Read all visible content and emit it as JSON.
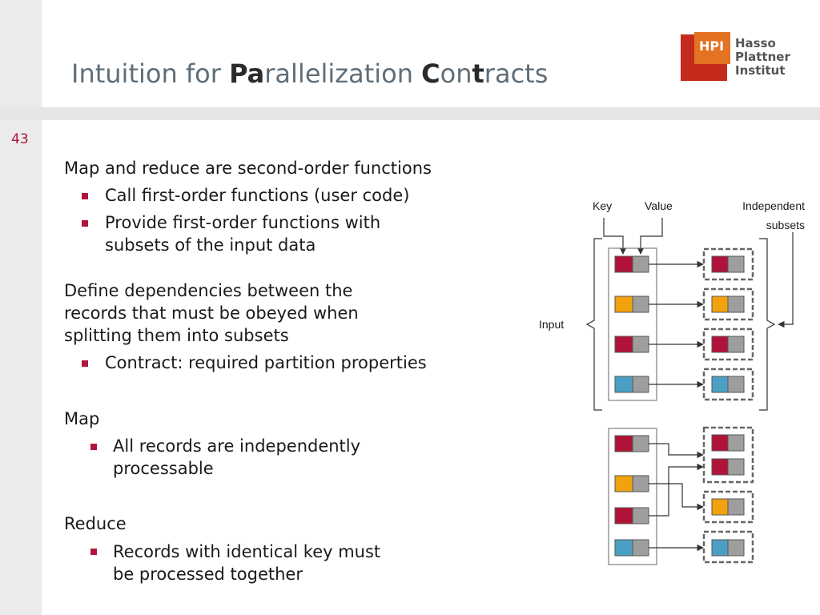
{
  "slide": {
    "number": "43",
    "title_parts": [
      {
        "text": "Intuition for ",
        "bold": false
      },
      {
        "text": "Pa",
        "bold": true
      },
      {
        "text": "rallelization ",
        "bold": false
      },
      {
        "text": "C",
        "bold": true
      },
      {
        "text": "on",
        "bold": false
      },
      {
        "text": "t",
        "bold": true
      },
      {
        "text": "racts",
        "bold": false
      }
    ]
  },
  "logo": {
    "badge": "HPI",
    "lines": [
      "Hasso",
      "Plattner",
      "Institut"
    ]
  },
  "body": {
    "p1": "Map and reduce are second-order functions",
    "p1_b1": "Call first-order functions (user code)",
    "p1_b2_l1": "Provide first-order functions with",
    "p1_b2_l2": "subsets of the input data",
    "p2_l1": "Define dependencies between the",
    "p2_l2": "records that must be obeyed when",
    "p2_l3": "splitting them into subsets",
    "p2_b1": "Contract: required partition properties",
    "p3": "Map",
    "p3_b1_l1": "All records are independently",
    "p3_b1_l2": "processable",
    "p4": "Reduce",
    "p4_b1_l1": "Records with identical key must",
    "p4_b1_l2": "be processed together"
  },
  "diagram": {
    "label_key": "Key",
    "label_value": "Value",
    "label_independent_l1": "Independent",
    "label_independent_l2": "subsets",
    "label_input": "Input",
    "colors": {
      "red": "#b0133a",
      "orange": "#f2a20c",
      "blue": "#4a9fc4",
      "grey": "#9e9e9e",
      "accent": "#b0163b"
    }
  }
}
